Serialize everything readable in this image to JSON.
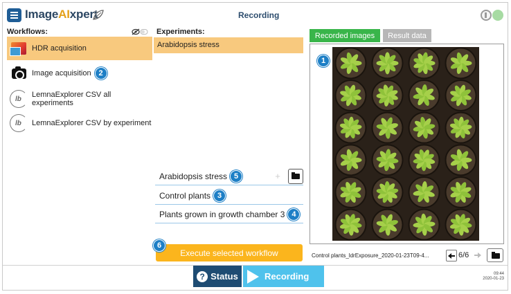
{
  "header": {
    "app_name_prefix": "Image",
    "app_name_accent": "AI",
    "app_name_suffix": "xpert",
    "title": "Recording",
    "accent_color": "#e4a11b",
    "brand_color": "#1f5d96"
  },
  "workflows": {
    "label": "Workflows:",
    "items": [
      {
        "label": "HDR acquisition",
        "icon": "hdr-icon",
        "selected": true
      },
      {
        "label": "Image acquisition",
        "icon": "camera-icon",
        "badge": "2"
      },
      {
        "label": "LemnaExplorer CSV all experiments",
        "icon": "lemna-icon"
      },
      {
        "label": "LemnaExplorer CSV by experiment",
        "icon": "lemna-icon"
      }
    ]
  },
  "experiments": {
    "label": "Experiments:",
    "items": [
      {
        "label": "Arabidopsis stress",
        "selected": true
      }
    ]
  },
  "metadata": {
    "experiment": {
      "value": "Arabidopsis stress",
      "badge": "5"
    },
    "plant_group": {
      "value": "Control plants",
      "badge": "3"
    },
    "description": {
      "value": "Plants grown in growth chamber 3",
      "badge": "4"
    },
    "plus_label": "+"
  },
  "execute": {
    "label": "Execute selected workflow",
    "badge": "6",
    "color": "#fbb51d"
  },
  "viewer": {
    "tab_recorded": "Recorded images",
    "tab_result": "Result data",
    "badge": "1",
    "image_name": "Control plants_ldrExposure_2020-01-23T09-4...",
    "page_counter": "6/6"
  },
  "footer": {
    "status_label": "Status",
    "status_icon_glyph": "?",
    "recording_label": "Recording",
    "time": "09:44",
    "date": "2020-01-23"
  }
}
